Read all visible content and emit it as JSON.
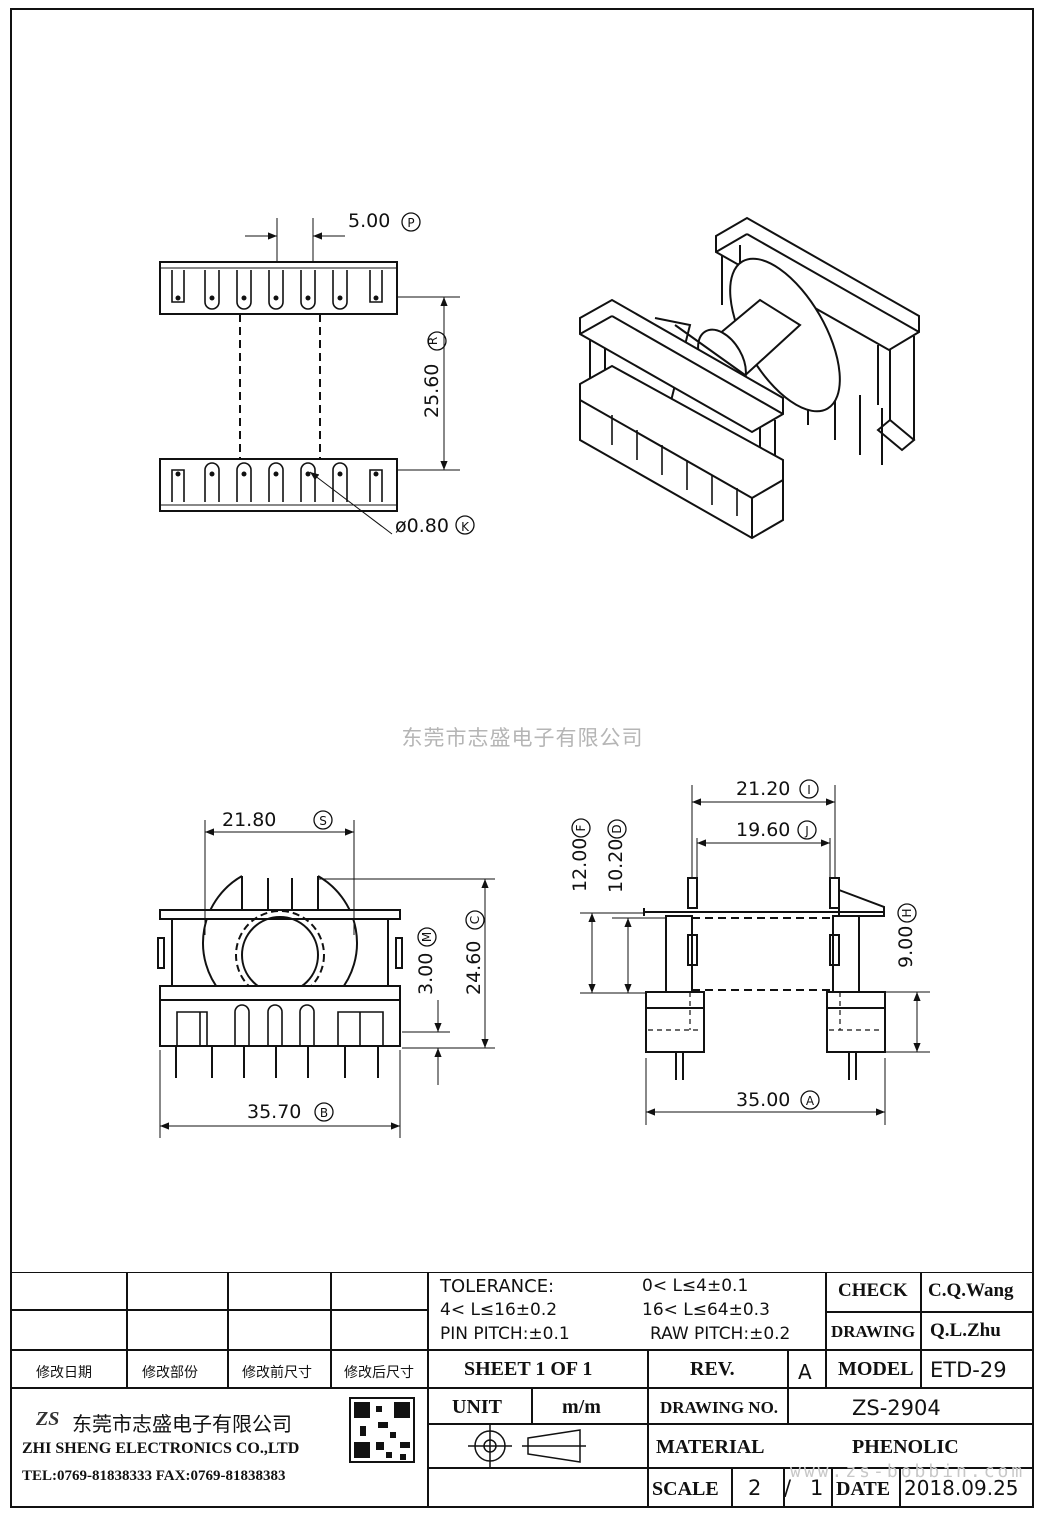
{
  "watermark": "东莞市志盛电子有限公司",
  "watermark_url": "www.zs-bobbin.com",
  "dimensions": {
    "top_pitch": "5.00",
    "top_pitch_tag": "P",
    "top_height": "25.60",
    "top_height_tag": "R",
    "pin_dia": "ø0.80",
    "pin_dia_tag": "K",
    "front_width": "21.80",
    "front_width_tag": "S",
    "front_height": "24.60",
    "front_height_tag": "C",
    "front_pin": "3.00",
    "front_pin_tag": "M",
    "front_overall": "35.70",
    "front_overall_tag": "B",
    "side_outer": "21.20",
    "side_outer_tag": "I",
    "side_inner": "19.60",
    "side_inner_tag": "J",
    "side_h1": "12.00",
    "side_h1_tag": "F",
    "side_h2": "10.20",
    "side_h2_tag": "D",
    "side_h3": "9.00",
    "side_h3_tag": "H",
    "side_overall": "35.00",
    "side_overall_tag": "A"
  },
  "title_block": {
    "tolerance_label": "TOLERANCE:",
    "tol1": "0< L≤4±0.1",
    "tol2": "4< L≤16±0.2",
    "tol3": "16< L≤64±0.3",
    "tol4": "PIN PITCH:±0.1",
    "tol5": "RAW PITCH:±0.2",
    "check_label": "CHECK",
    "check_value": "C.Q.Wang",
    "drawing_label": "DRAWING",
    "drawing_value": "Q.L.Zhu",
    "rev_headers": [
      "修改日期",
      "修改部份",
      "修改前尺寸",
      "修改后尺寸"
    ],
    "sheet": "SHEET 1 OF 1",
    "rev_label": "REV.",
    "rev_value": "A",
    "model_label": "MODEL",
    "model_value": "ETD-29",
    "unit_label": "UNIT",
    "unit_value": "m/m",
    "drawing_no_label": "DRAWING NO.",
    "drawing_no_value": "ZS-2904",
    "material_label": "MATERIAL",
    "material_value": "PHENOLIC",
    "scale_label": "SCALE",
    "scale_a": "2",
    "scale_sep": "/",
    "scale_b": "1",
    "date_label": "DATE",
    "date_value": "2018.09.25",
    "company_cn": "东莞市志盛电子有限公司",
    "company_en": "ZHI SHENG ELECTRONICS CO.,LTD",
    "contact": "TEL:0769-81838333 FAX:0769-81838383",
    "logo_text": "ZS"
  }
}
